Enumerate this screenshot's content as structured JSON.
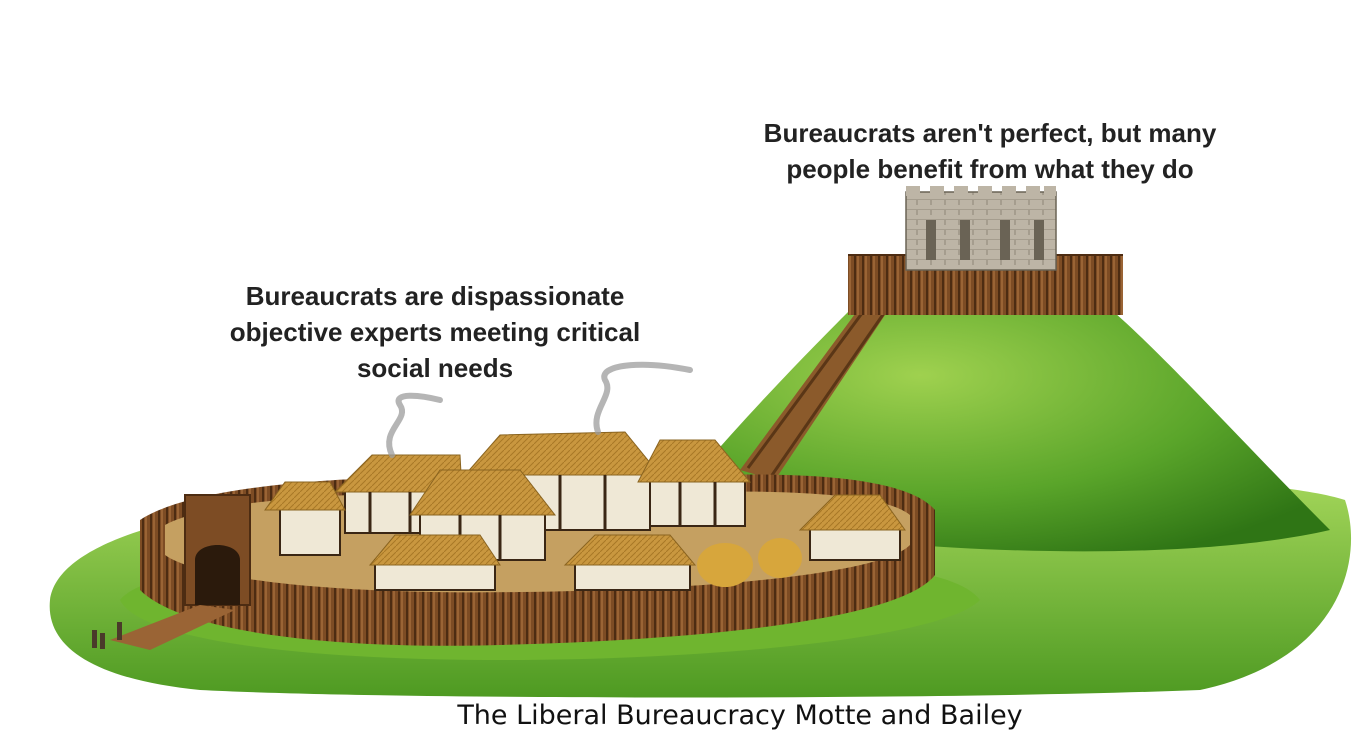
{
  "illustration": {
    "motte_label": "Bureaucrats aren't perfect, but many\npeople benefit from what they do",
    "bailey_label": "Bureaucrats are dispassionate\nobjective experts meeting critical\nsocial needs",
    "caption": "The Liberal Bureaucracy Motte and Bailey"
  },
  "colors": {
    "grass_light": "#8cc63f",
    "grass_dark": "#3f8a1e",
    "palisade": "#7a4a22",
    "thatch": "#c9973f",
    "tower_stone": "#b9b1a3",
    "smoke": "#9c9c9c"
  }
}
